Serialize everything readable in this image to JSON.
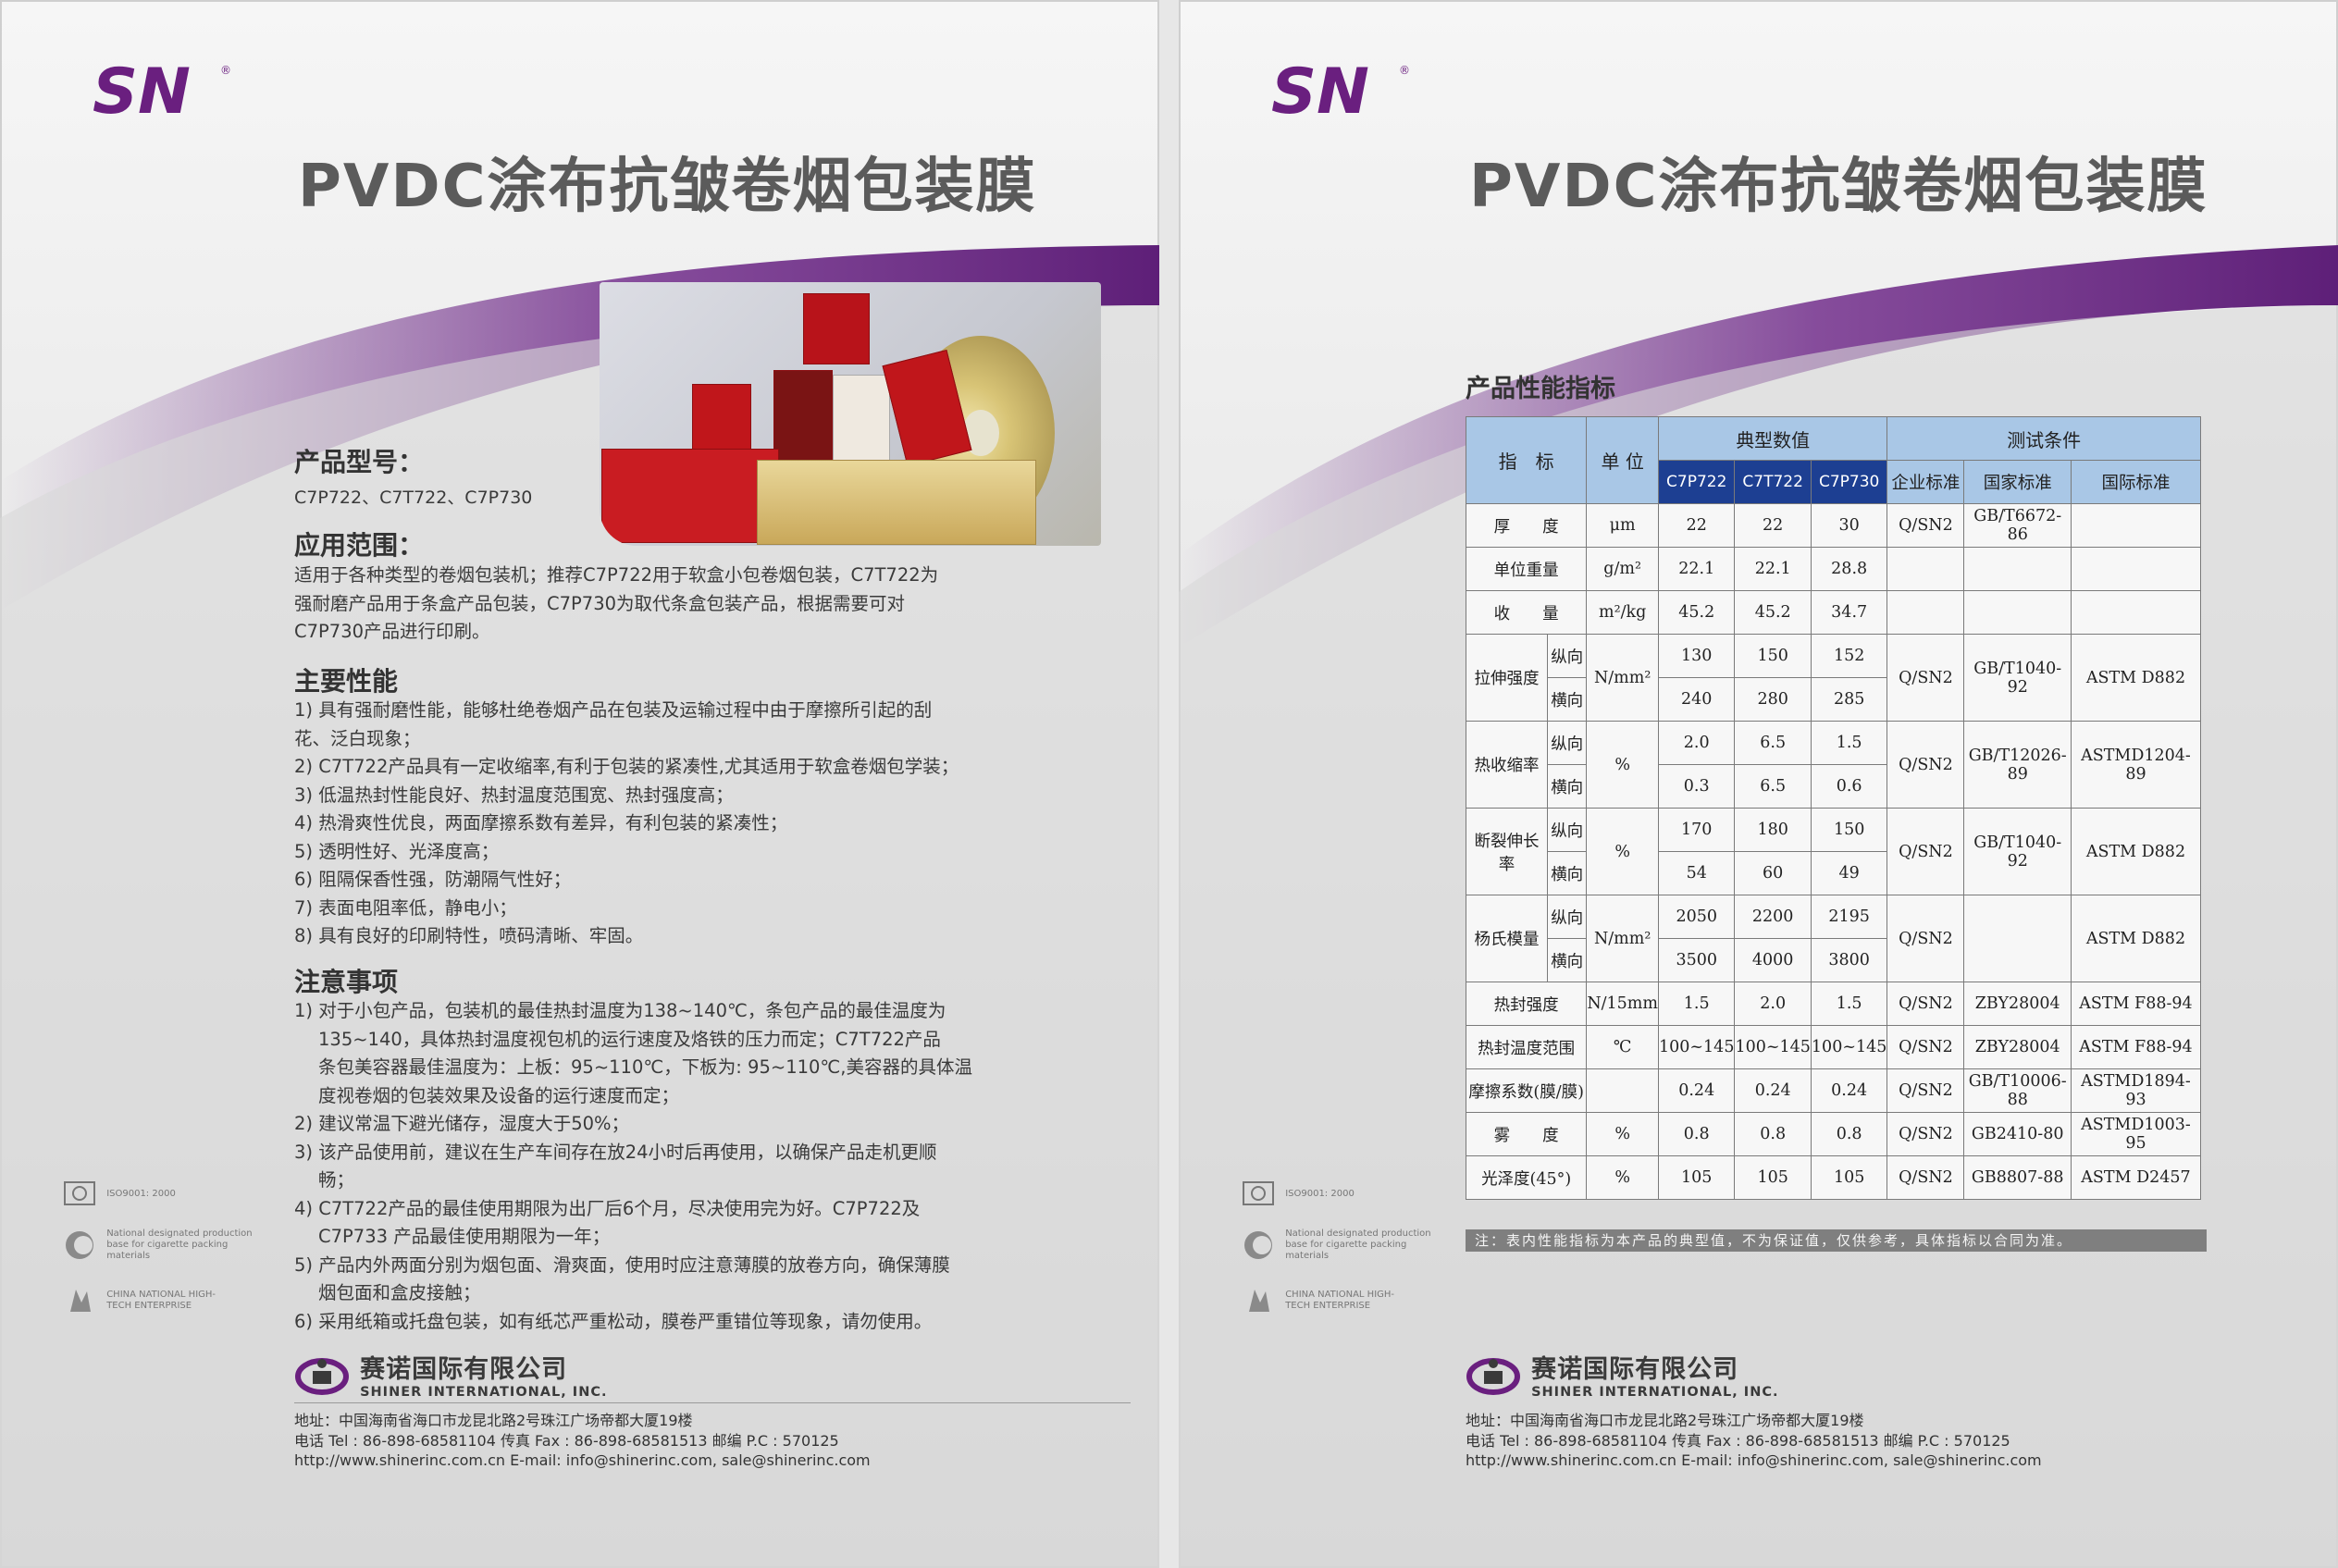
{
  "brand": {
    "logo_text": "SN",
    "registered": "®",
    "title": "PVDC涂布抗皱卷烟包装膜"
  },
  "left": {
    "model_heading": "产品型号：",
    "model_text": "C7P722、C7T722、C7P730",
    "scope_heading": "应用范围：",
    "scope_lines": [
      "适用于各种类型的卷烟包装机；推荐C7P722用于软盒小包卷烟包装，C7T722为",
      "强耐磨产品用于条盒产品包装，C7P730为取代条盒包装产品，根据需要可对",
      "C7P730产品进行印刷。"
    ],
    "performance_heading": "主要性能",
    "performance_lines": [
      "1) 具有强耐磨性能，能够杜绝卷烟产品在包装及运输过程中由于摩擦所引起的刮",
      "花、泛白现象；",
      "2) C7T722产品具有一定收缩率,有利于包装的紧凑性,尤其适用于软盒卷烟包学装；",
      "3) 低温热封性能良好、热封温度范围宽、热封强度高；",
      "4) 热滑爽性优良，两面摩擦系数有差异，有利包装的紧凑性；",
      "5) 透明性好、光泽度高；",
      "6) 阻隔保香性强，防潮隔气性好；",
      "7) 表面电阻率低，静电小；",
      "8) 具有良好的印刷特性，喷码清晰、牢固。"
    ],
    "notes_heading": "注意事项",
    "notes_lines": [
      {
        "t": "1) 对于小包产品，包装机的最佳热封温度为138~140℃，条包产品的最佳温度为",
        "i": false
      },
      {
        "t": "135~140，具体热封温度视包机的运行速度及烙铁的压力而定；C7T722产品",
        "i": true
      },
      {
        "t": "条包美容器最佳温度为：上板：95~110℃，下板为: 95~110℃,美容器的具体温",
        "i": true
      },
      {
        "t": "度视卷烟的包装效果及设备的运行速度而定；",
        "i": true
      },
      {
        "t": "2) 建议常温下避光储存，湿度大于50%；",
        "i": false
      },
      {
        "t": "3) 该产品使用前，建议在生产车间存在放24小时后再使用，以确保产品走机更顺",
        "i": false
      },
      {
        "t": "畅；",
        "i": true
      },
      {
        "t": "4) C7T722产品的最佳使用期限为出厂后6个月，尽决使用完为好。C7P722及",
        "i": false
      },
      {
        "t": "C7P733 产品最佳使用期限为一年；",
        "i": true
      },
      {
        "t": "5) 产品内外两面分别为烟包面、滑爽面，使用时应注意薄膜的放卷方向，确保薄膜",
        "i": false
      },
      {
        "t": "烟包面和盒皮接触；",
        "i": true
      },
      {
        "t": "6) 采用纸箱或托盘包装，如有纸芯严重松动，膜卷严重错位等现象，请勿使用。",
        "i": false
      }
    ]
  },
  "certs": {
    "iso": "ISO9001: 2000",
    "base_lines": [
      "National designated production",
      "base for cigarette packing",
      "materials"
    ],
    "hitech_lines": [
      "CHINA NATIONAL HIGH-",
      "TECH ENTERPRISE"
    ]
  },
  "company": {
    "name_cn": "赛诺国际有限公司",
    "name_en": "SHINER INTERNATIONAL, INC.",
    "address": "地址：中国海南省海口市龙昆北路2号珠江广场帝都大厦19楼",
    "phone": "电话 Tel : 86-898-68581104    传真 Fax : 86-898-68581513    邮编 P.C : 570125",
    "web": "http://www.shinerinc.com.cn        E-mail: info@shinerinc.com, sale@shinerinc.com"
  },
  "right": {
    "section_title": "产品性能指标",
    "table": {
      "h_index": "指　标",
      "h_unit": "单 位",
      "h_typical": "典型数值",
      "h_test": "测试条件",
      "models": [
        "C7P722",
        "C7T722",
        "C7P730"
      ],
      "standards": [
        "企业标准",
        "国家标准",
        "国际标准"
      ],
      "simple_rows_top": [
        {
          "name": "厚　　度",
          "unit": "μm",
          "v": [
            "22",
            "22",
            "30"
          ],
          "s": [
            "Q/SN2",
            "GB/T6672-86",
            ""
          ]
        },
        {
          "name": "单位重量",
          "unit": "g/m²",
          "v": [
            "22.1",
            "22.1",
            "28.8"
          ],
          "s": [
            "",
            "",
            ""
          ]
        },
        {
          "name": "收　　量",
          "unit": "m²/kg",
          "v": [
            "45.2",
            "45.2",
            "34.7"
          ],
          "s": [
            "",
            "",
            ""
          ]
        }
      ],
      "dir_rows": [
        {
          "name": "拉伸强度",
          "unit": "N/mm²",
          "d1": "纵向",
          "v1": [
            "130",
            "150",
            "152"
          ],
          "d2": "横向",
          "v2": [
            "240",
            "280",
            "285"
          ],
          "s": [
            "Q/SN2",
            "GB/T1040-92",
            "ASTM D882"
          ]
        },
        {
          "name": "热收缩率",
          "unit": "%",
          "d1": "纵向",
          "v1": [
            "2.0",
            "6.5",
            "1.5"
          ],
          "d2": "横向",
          "v2": [
            "0.3",
            "6.5",
            "0.6"
          ],
          "s": [
            "Q/SN2",
            "GB/T12026-89",
            "ASTMD1204-89"
          ]
        },
        {
          "name": "断裂伸长率",
          "unit": "%",
          "d1": "纵向",
          "v1": [
            "170",
            "180",
            "150"
          ],
          "d2": "横向",
          "v2": [
            "54",
            "60",
            "49"
          ],
          "s": [
            "Q/SN2",
            "GB/T1040-92",
            "ASTM D882"
          ]
        },
        {
          "name": "杨氏模量",
          "unit": "N/mm²",
          "d1": "纵向",
          "v1": [
            "2050",
            "2200",
            "2195"
          ],
          "d2": "横向",
          "v2": [
            "3500",
            "4000",
            "3800"
          ],
          "s": [
            "Q/SN2",
            "",
            "ASTM D882"
          ]
        }
      ],
      "simple_rows_bottom": [
        {
          "name": "热封强度",
          "unit": "N/15mm",
          "v": [
            "1.5",
            "2.0",
            "1.5"
          ],
          "s": [
            "Q/SN2",
            "ZBY28004",
            "ASTM F88-94"
          ]
        },
        {
          "name": "热封温度范围",
          "unit": "℃",
          "v": [
            "100~145",
            "100~145",
            "100~145"
          ],
          "s": [
            "Q/SN2",
            "ZBY28004",
            "ASTM F88-94"
          ]
        },
        {
          "name": "摩擦系数(膜/膜)",
          "unit": "",
          "v": [
            "0.24",
            "0.24",
            "0.24"
          ],
          "s": [
            "Q/SN2",
            "GB/T10006-88",
            "ASTMD1894-93"
          ]
        },
        {
          "name": "雾　　度",
          "unit": "%",
          "v": [
            "0.8",
            "0.8",
            "0.8"
          ],
          "s": [
            "Q/SN2",
            "GB2410-80",
            "ASTMD1003-95"
          ]
        },
        {
          "name": "光泽度(45°)",
          "unit": "%",
          "v": [
            "105",
            "105",
            "105"
          ],
          "s": [
            "Q/SN2",
            "GB8807-88",
            "ASTM D2457"
          ]
        }
      ]
    },
    "note": "注：表内性能指标为本产品的典型值，不为保证值，仅供参考，具体指标以合同为准。"
  }
}
